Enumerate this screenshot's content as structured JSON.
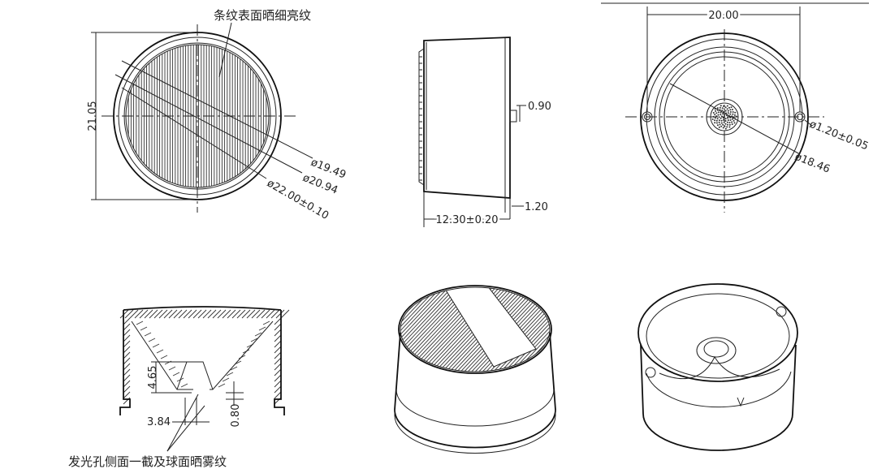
{
  "labels": {
    "top_note": "条纹表面晒细亮纹",
    "bottom_note": "发光孔侧面一截及球面晒雾纹"
  },
  "dimensions": {
    "front_height": "21.05",
    "d_inner": "ø19.49",
    "d_mid": "ø20.94",
    "d_outer": "ø22.00±0.10",
    "side_step": "0.90",
    "side_bottom": "1.20",
    "side_length": "12.30±0.20",
    "back_width": "20.00",
    "pin_d": "ø1.20±0.05",
    "back_d": "ø18.46",
    "sec_depth": "4.65",
    "sec_width": "3.84",
    "sec_thick": "0.80"
  },
  "colors": {
    "line": "#222222",
    "background": "#ffffff"
  }
}
